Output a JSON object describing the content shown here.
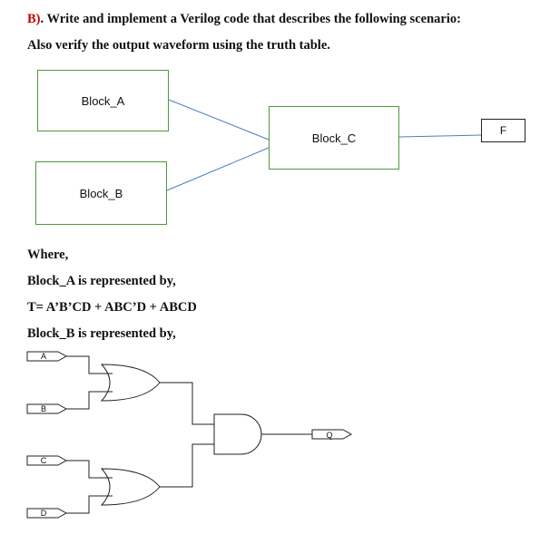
{
  "title": {
    "prefix": "B)",
    "rest": ". Write and implement a Verilog code that describes the following scenario:"
  },
  "subtitle": "Also verify the output waveform using the truth table.",
  "block_diagram": {
    "block_a": "Block_A",
    "block_b": "Block_B",
    "block_c": "Block_C",
    "output": "F",
    "line_color": "#4a7fc1",
    "box_color": "#4e9a3a"
  },
  "body": {
    "where": "Where,",
    "block_a_desc": "Block_A is represented by,",
    "equation": "T= A’B’CD + ABC’D + ABCD",
    "block_b_desc": "Block_B is represented by,"
  },
  "schematic": {
    "inputs": [
      "A",
      "B",
      "C",
      "D"
    ],
    "output": "Q",
    "gates": [
      "or-gate",
      "or-gate",
      "and-gate"
    ]
  }
}
